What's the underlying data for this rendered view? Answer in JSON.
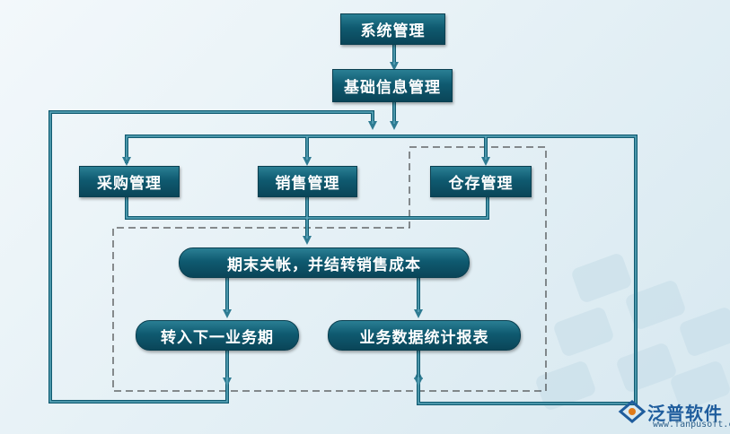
{
  "nodes": {
    "system": "系统管理",
    "basic_info": "基础信息管理",
    "purchase": "采购管理",
    "sales": "销售管理",
    "warehouse": "仓存管理",
    "period_close": "期末关帐，并结转销售成本",
    "next_period": "转入下一业务期",
    "report": "业务数据统计报表"
  },
  "logo": {
    "brand": "泛普软件",
    "url": "www.fanpusoft.com"
  },
  "colors": {
    "node_dark": "#0f5a70",
    "arrow": "#2e7b92",
    "outline": "#0f5a70"
  }
}
